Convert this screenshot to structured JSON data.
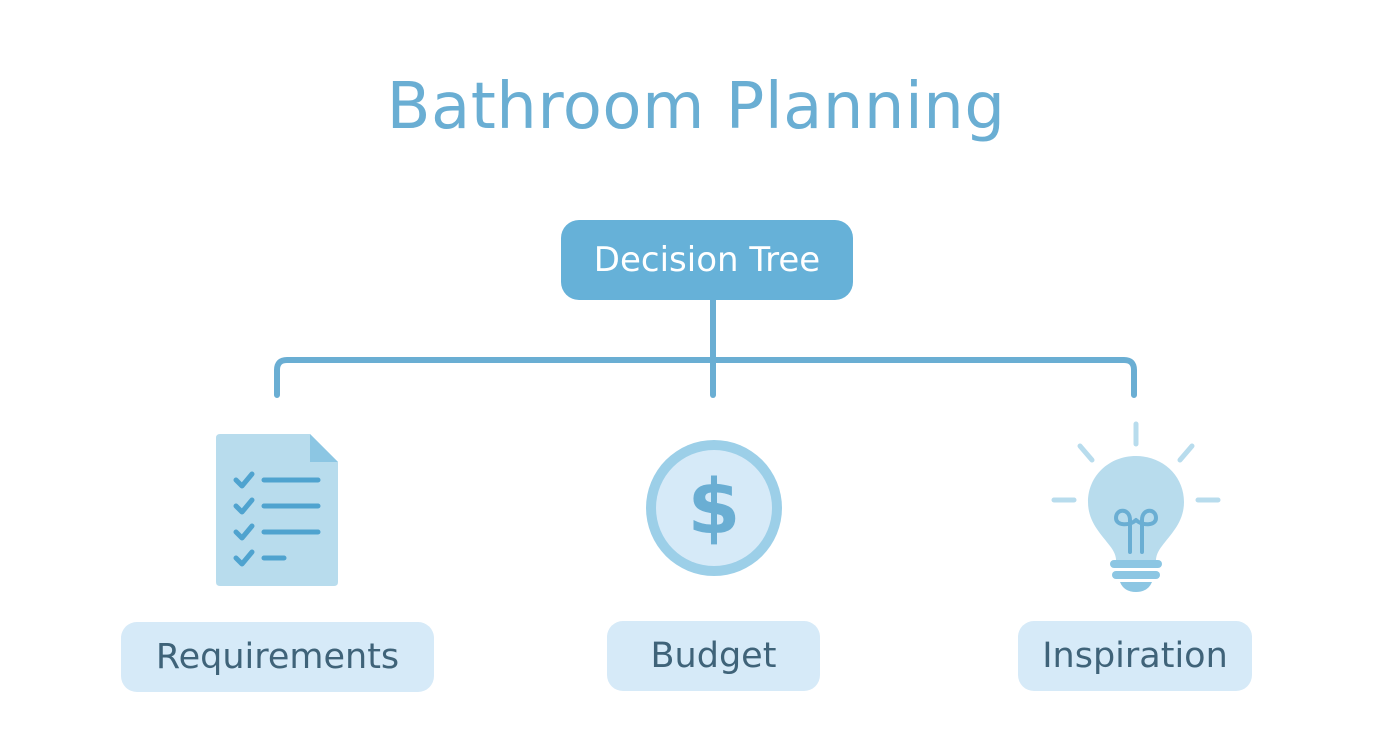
{
  "title": "Bathroom Planning",
  "root": {
    "label": "Decision Tree"
  },
  "branches": [
    {
      "label": "Requirements",
      "icon": "checklist-document-icon"
    },
    {
      "label": "Budget",
      "icon": "dollar-coin-icon"
    },
    {
      "label": "Inspiration",
      "icon": "lightbulb-icon"
    }
  ],
  "colors": {
    "title": "#6aaed3",
    "root_fill": "#66b1d8",
    "connector": "#6aaed3",
    "label_fill": "#d6eaf8",
    "label_text": "#3f6379",
    "icon_light": "#b8dced",
    "icon_dark": "#6aaed3"
  }
}
